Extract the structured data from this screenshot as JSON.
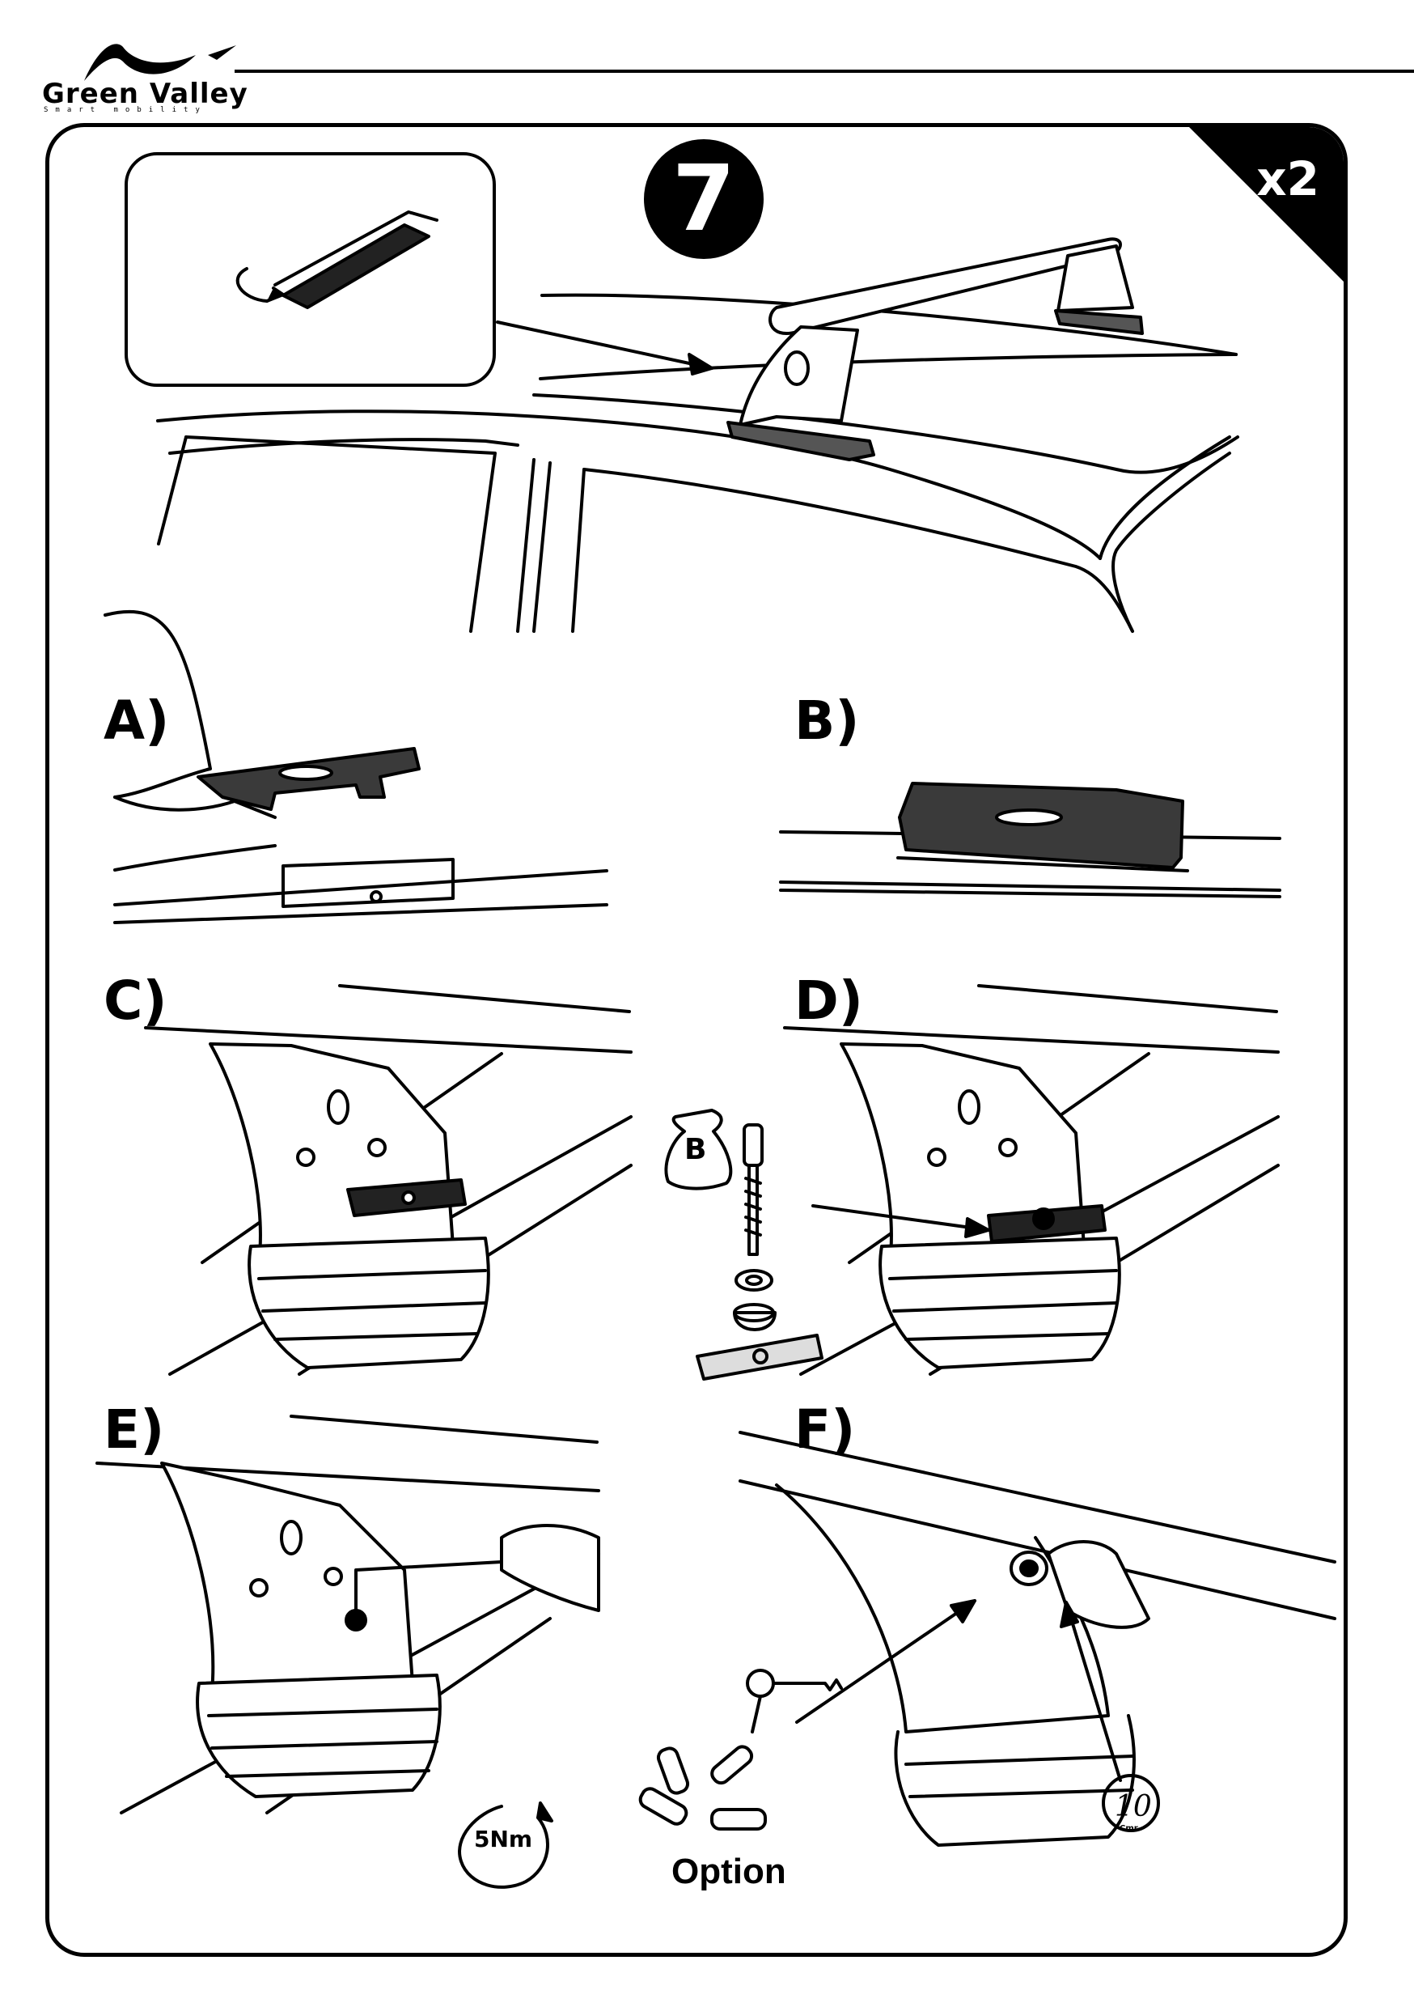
{
  "header": {
    "brand": "Green Valley",
    "tagline": "Smart mobility"
  },
  "step": {
    "number": "7",
    "quantity": "x2"
  },
  "panels": {
    "a": "A)",
    "b": "B)",
    "c": "C)",
    "d": "D)",
    "e": "E)",
    "f": "F)"
  },
  "parts_bag": {
    "label": "B"
  },
  "torque": {
    "label": "5Nm"
  },
  "lock_option": {
    "label": "Option"
  },
  "key_badge": {
    "number": "10",
    "unit": "Cmr"
  },
  "colors": {
    "ink": "#000000",
    "paper": "#ffffff",
    "pad": "#3a3a3a"
  }
}
